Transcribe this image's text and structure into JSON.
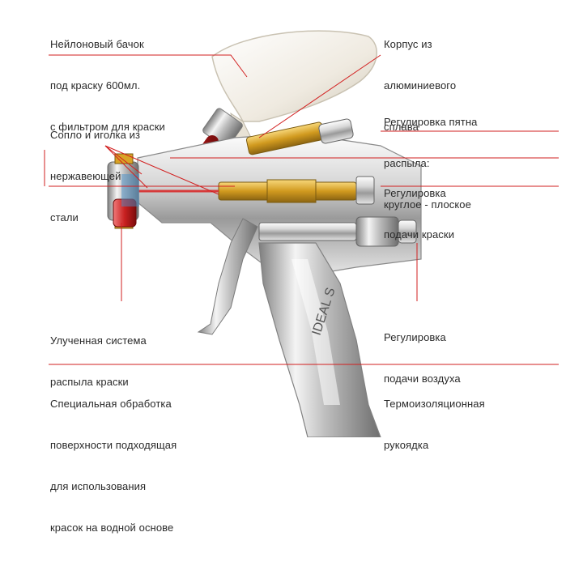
{
  "colors": {
    "leader": "#d21f1f",
    "text": "#2a2a2a",
    "chrome_light": "#f2f2f2",
    "chrome_dark": "#8c8c8c",
    "brass": "#d9a326",
    "red_nozzle": "#d63a3a",
    "cup": "#f4f1ea"
  },
  "labels": {
    "nylon_cup": [
      "Нейлоновый бачок",
      "под краску 600мл.",
      "с фильтром для краски"
    ],
    "aluminum_body": [
      "Корпус из",
      "алюминиевого",
      "сплава"
    ],
    "nozzle_needle": [
      "Сопло и иголка из",
      "нержавеющей",
      "стали"
    ],
    "spray_pattern": [
      "Регулировка пятна",
      "распыла:",
      "круглое - плоское"
    ],
    "paint_feed": [
      "Регулировка",
      "подачи краски"
    ],
    "air_feed": [
      "Регулировка",
      "подачи воздуха"
    ],
    "spray_system": [
      "Улученная система",
      "распыла краски"
    ],
    "surface_treatment": [
      "Специальная обработка",
      "поверхности подходящая",
      "для использования",
      "красок на водной основе"
    ],
    "handle": [
      "Термоизоляционная",
      "рукоядка"
    ]
  },
  "brand_text": "IDEAL S"
}
